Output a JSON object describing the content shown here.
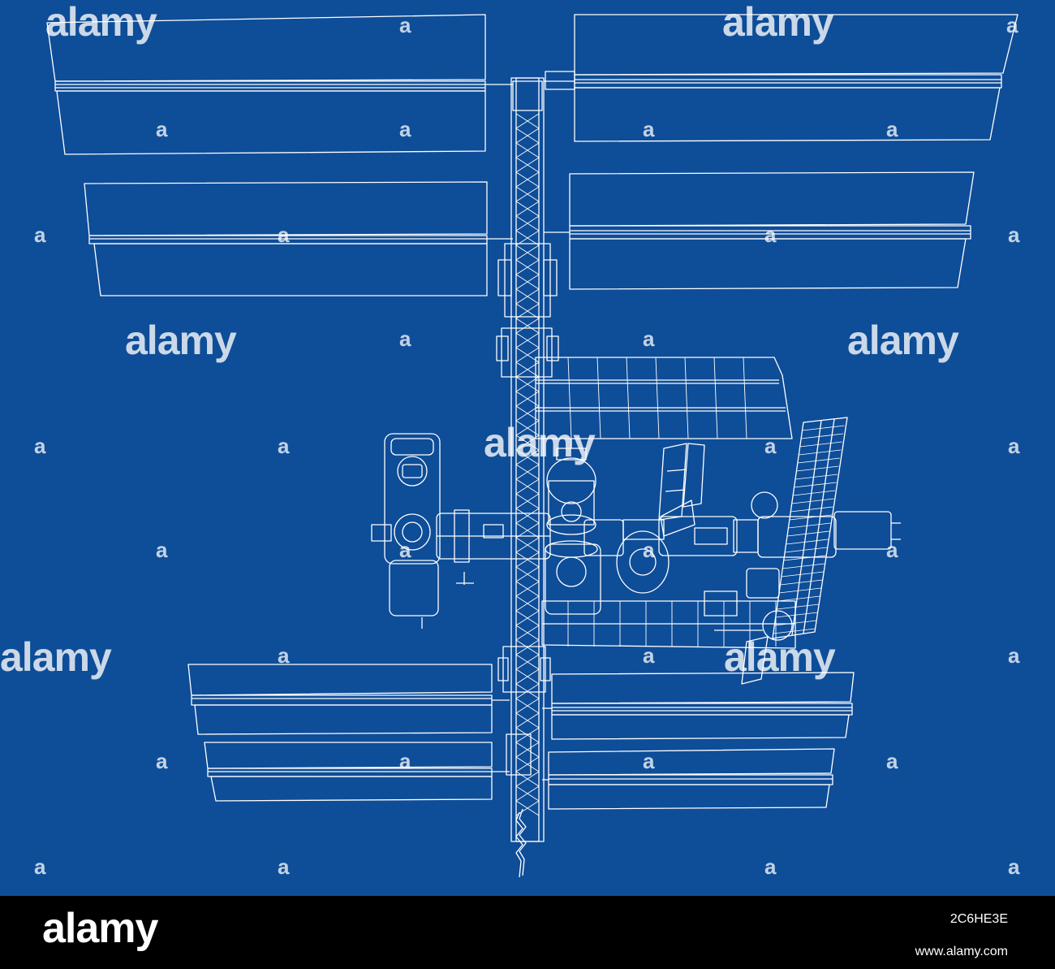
{
  "watermark": {
    "text": "alamy",
    "mark": "a"
  },
  "footer": {
    "logo": "alamy",
    "image_id": "2C6HE3E",
    "url": "www.alamy.com"
  },
  "colors": {
    "background": "#0e4d98",
    "line": "#ffffff",
    "footer": "#000000"
  }
}
